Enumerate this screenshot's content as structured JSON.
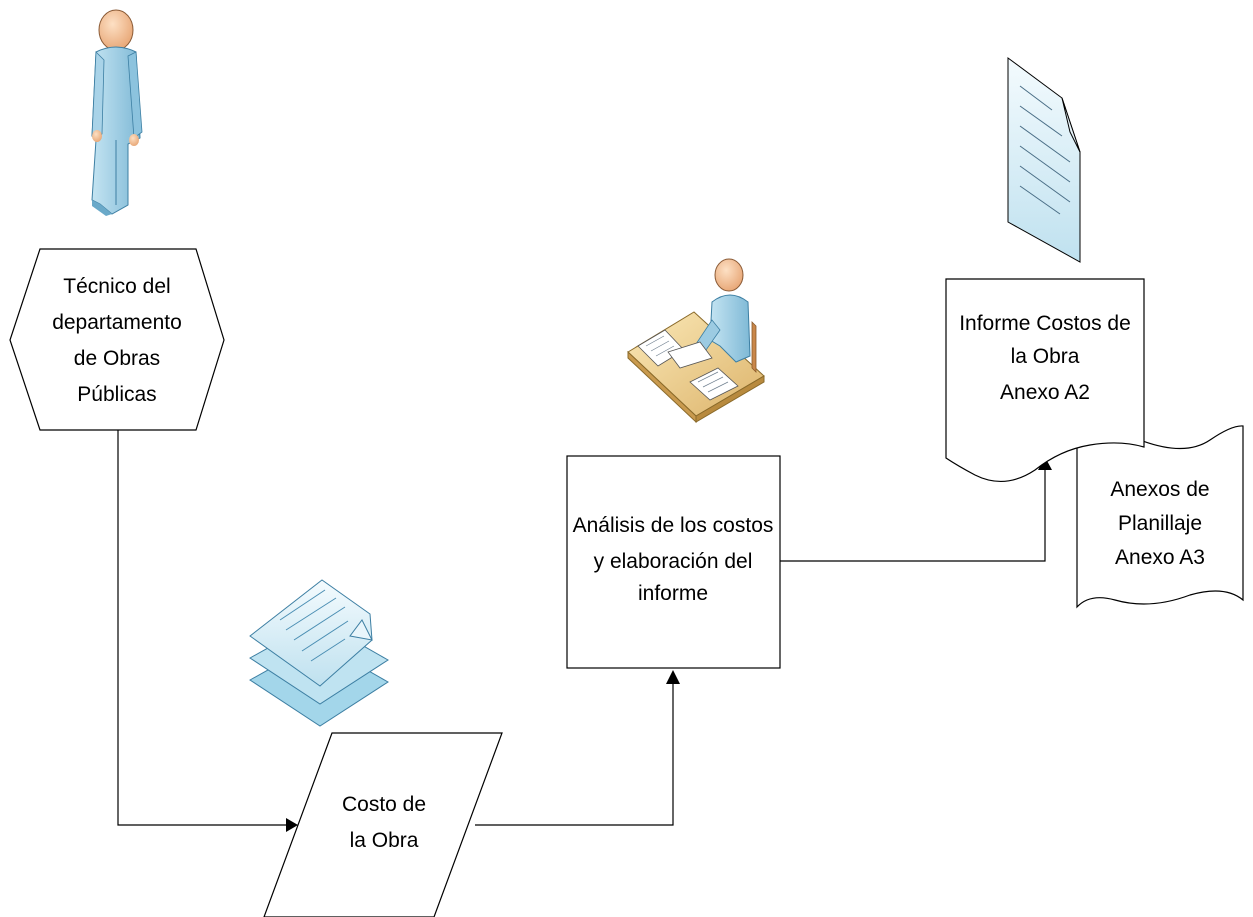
{
  "nodes": {
    "tecnico": {
      "lines": [
        "Técnico del",
        "departamento",
        "de Obras",
        "Públicas"
      ]
    },
    "costo": {
      "lines": [
        "Costo de",
        "la Obra"
      ]
    },
    "analisis": {
      "lines": [
        "Análisis de los costos",
        "y elaboración del",
        "informe"
      ]
    },
    "informe": {
      "lines": [
        "Informe Costos de",
        "la Obra",
        "Anexo A2"
      ]
    },
    "anexos": {
      "lines": [
        "Anexos de",
        "Planillaje",
        "Anexo A3"
      ]
    }
  },
  "icons": {
    "person": "person-icon",
    "document_stack": "document-stack-icon",
    "desk_worker": "desk-worker-icon",
    "document": "document-icon"
  }
}
